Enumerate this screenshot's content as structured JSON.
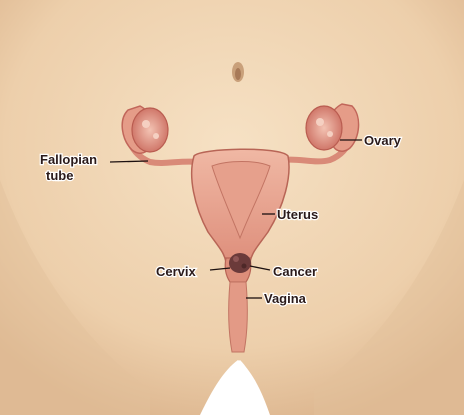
{
  "labels": {
    "fallopian_tube_line1": "Fallopian",
    "fallopian_tube_line2": "tube",
    "ovary": "Ovary",
    "uterus": "Uterus",
    "cervix": "Cervix",
    "cancer": "Cancer",
    "vagina": "Vagina"
  },
  "colors": {
    "skin": "#f1d6b4",
    "skin_shadow": "#d9b08a",
    "organ": "#e9a592",
    "organ_dark": "#c96a5c",
    "tumor": "#6b3a3a",
    "label_text": "#2a1a1a"
  }
}
